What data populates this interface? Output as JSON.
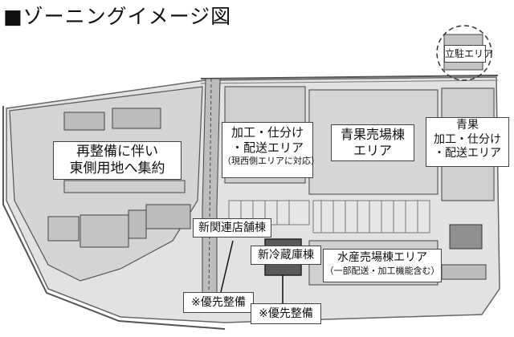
{
  "title": "■ゾーニングイメージ図",
  "zones": {
    "standing_area": "立駐エリア",
    "redevelopment": {
      "line1": "再整備に伴い",
      "line2": "東側用地へ集約"
    },
    "processing_west": {
      "line1": "加工・仕分け",
      "line2": "・配送エリア",
      "note": "（現西側エリアに対応）"
    },
    "produce_building": {
      "line1": "青果売場棟",
      "line2": "エリア"
    },
    "produce_processing": {
      "line1": "青果",
      "line2": "加工・仕分け",
      "line3": "・配送エリア"
    },
    "new_seki_shops": "新関連店舗棟",
    "new_cold_storage": "新冷蔵庫棟",
    "seafood_building": {
      "line1": "水産売場棟エリア",
      "line2": "（一部配送・加工機能含む）"
    },
    "priority_1": "※優先整備",
    "priority_2": "※優先整備"
  },
  "colors": {
    "map_base": "#d9d9d9",
    "map_dark": "#7a7a7a",
    "highlight_building": "#5a5a5a"
  }
}
